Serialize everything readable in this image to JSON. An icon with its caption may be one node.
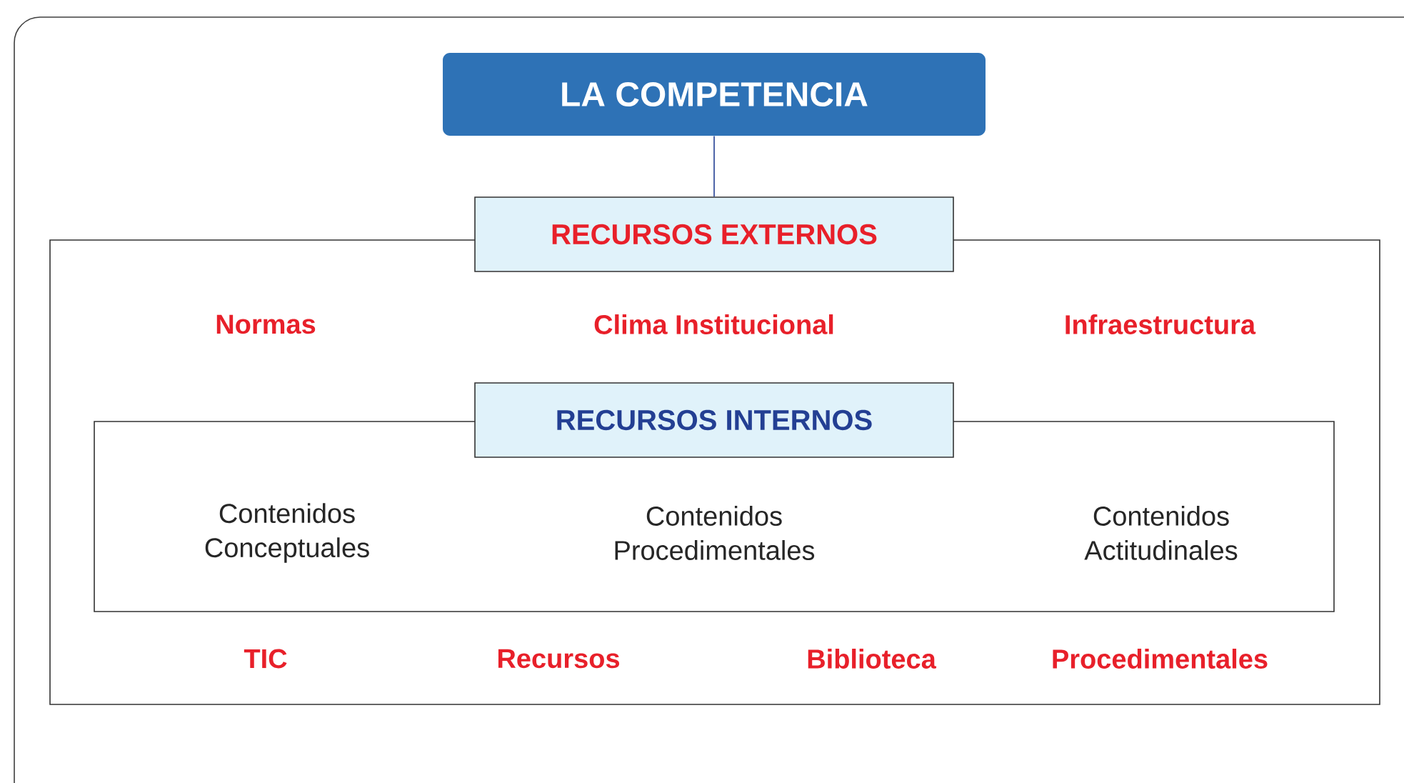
{
  "diagram": {
    "nodes": [
      {
        "text": [
          "LA COMPETENCIA"
        ]
      },
      {
        "text": [
          "RECURSOS EXTERNOS"
        ]
      },
      {
        "text": [
          "RECURSOS INTERNOS"
        ],
        "in": 1
      }
    ],
    "edges": [
      {
        "from": 0,
        "to": 1,
        "arrow": "none"
      }
    ],
    "labels": [
      "Normas",
      "Clima Institucional",
      "Infraestructura",
      "Contenidos Conceptuales",
      "Contenidos Procedimentales",
      "Contenidos Actitudinales",
      "TIC",
      "Recursos",
      "Biblioteca",
      "Procedimentales"
    ]
  }
}
